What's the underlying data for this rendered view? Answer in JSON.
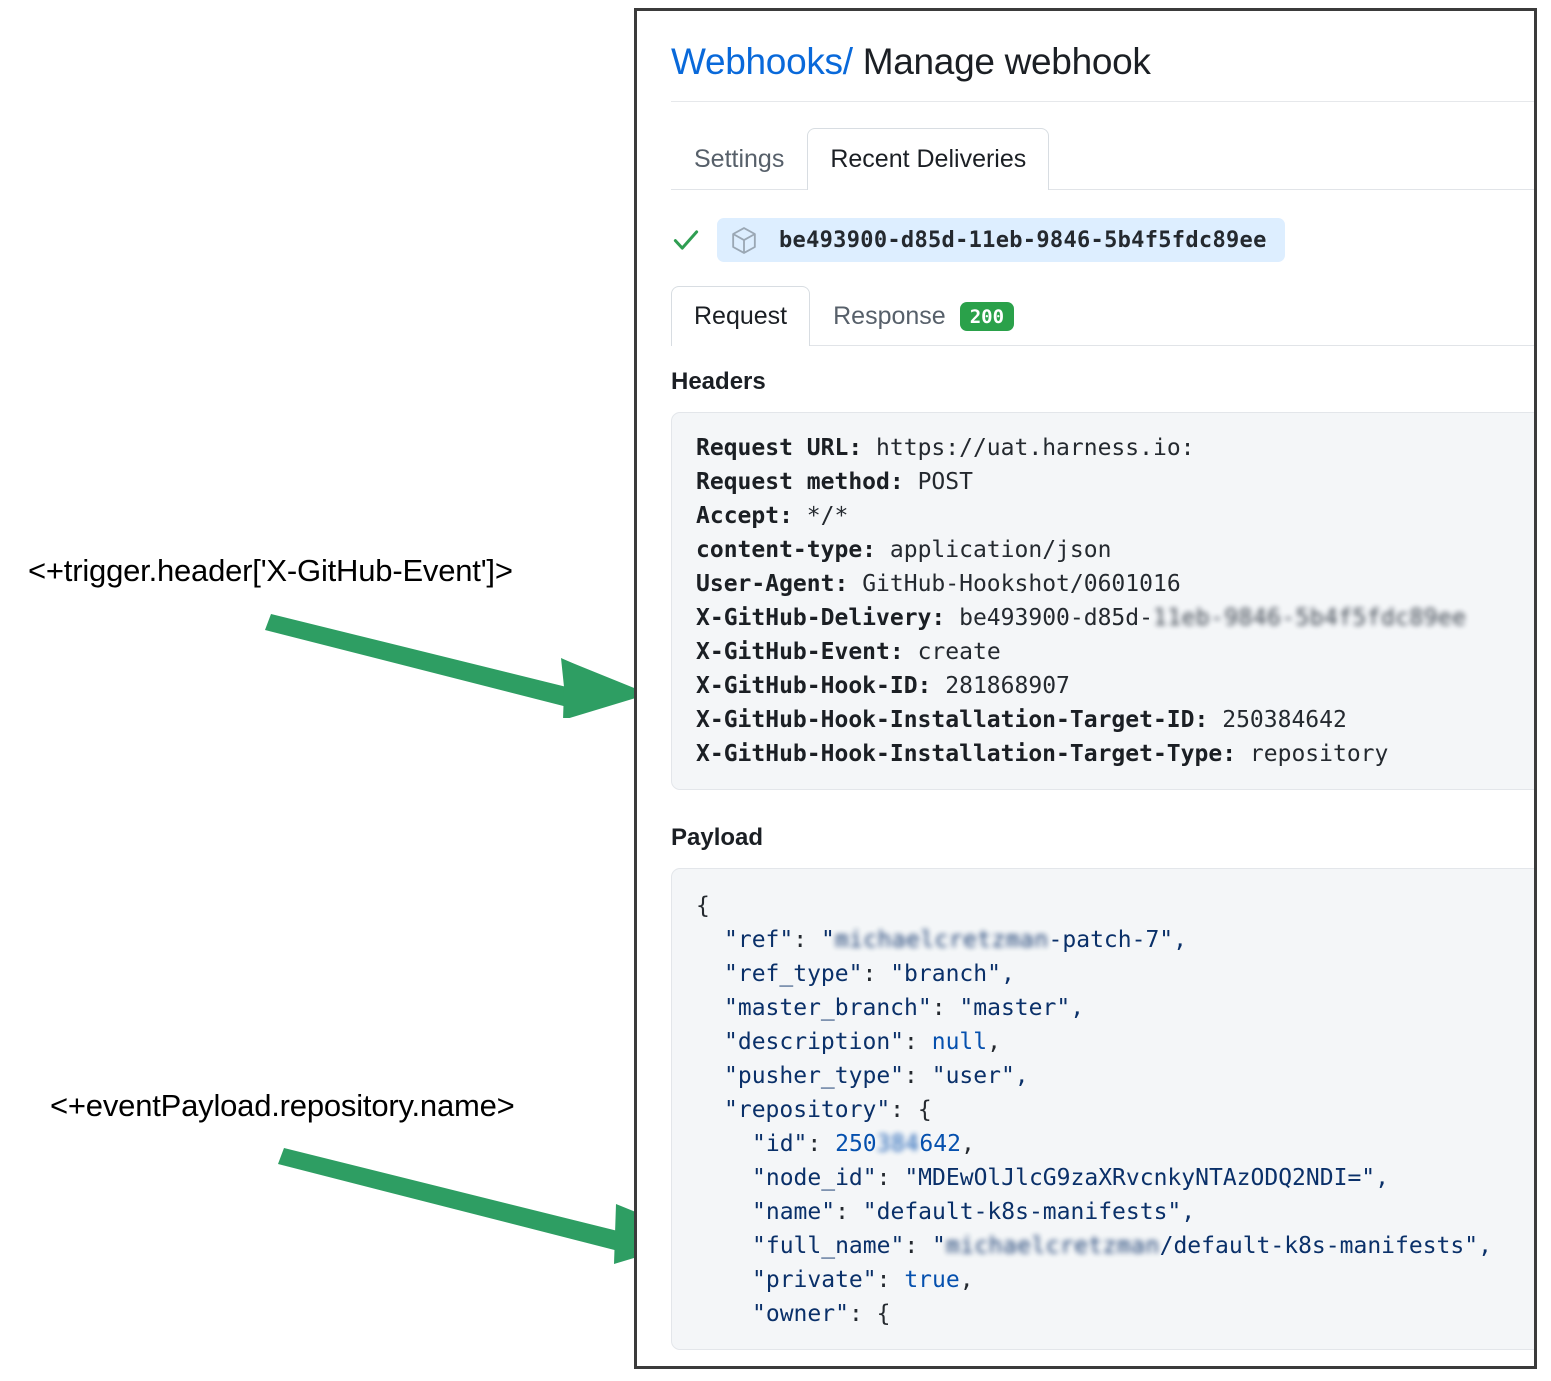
{
  "annotations": [
    {
      "id": "header-annotation",
      "text": "<+trigger.header['X-GitHub-Event']>"
    },
    {
      "id": "payload-annotation",
      "text": "<+eventPayload.repository.name>"
    }
  ],
  "arrow_color": "#2e9e63",
  "page": {
    "breadcrumb_link": "Webhooks",
    "breadcrumb_separator": "/",
    "breadcrumb_current": "Manage webhook"
  },
  "tabs": {
    "settings": "Settings",
    "recent_deliveries": "Recent Deliveries",
    "active": "Recent Deliveries"
  },
  "delivery": {
    "status_icon": "check-icon",
    "package_icon": "cube-icon",
    "id": "be493900-d85d-11eb-9846-5b4f5fdc89ee"
  },
  "detail_tabs": {
    "request": "Request",
    "response": "Response",
    "status_code": "200",
    "status_color": "#2aa14a",
    "active": "Request"
  },
  "headers_section": {
    "heading": "Headers",
    "rows": [
      {
        "key": "Request URL:",
        "value": "https://uat.harness.io:"
      },
      {
        "key": "Request method:",
        "value": "POST"
      },
      {
        "key": "Accept:",
        "value": "*/*"
      },
      {
        "key": "content-type:",
        "value": "application/json"
      },
      {
        "key": "User-Agent:",
        "value": "GitHub-Hookshot/0601016"
      },
      {
        "key": "X-GitHub-Delivery:",
        "value": "be493900-d85d-",
        "redacted_value": "11eb-9846-5b4f5fdc89ee"
      },
      {
        "key": "X-GitHub-Event:",
        "value": "create"
      },
      {
        "key": "X-GitHub-Hook-ID:",
        "value": "281868907"
      },
      {
        "key": "X-GitHub-Hook-Installation-Target-ID:",
        "value": "250384642"
      },
      {
        "key": "X-GitHub-Hook-Installation-Target-Type:",
        "value": "repository"
      }
    ]
  },
  "payload_section": {
    "heading": "Payload",
    "lines": [
      {
        "indent": 0,
        "text": "{"
      },
      {
        "indent": 1,
        "key": "\"ref\"",
        "redacted": "michaelcretzman",
        "tail": "-patch-7\",",
        "prefix": "\""
      },
      {
        "indent": 1,
        "key": "\"ref_type\"",
        "value": "\"branch\","
      },
      {
        "indent": 1,
        "key": "\"master_branch\"",
        "value": "\"master\","
      },
      {
        "indent": 1,
        "key": "\"description\"",
        "literal": "null",
        "tail": ","
      },
      {
        "indent": 1,
        "key": "\"pusher_type\"",
        "value": "\"user\","
      },
      {
        "indent": 1,
        "key": "\"repository\"",
        "value": "{"
      },
      {
        "indent": 2,
        "key": "\"id\"",
        "num_prefix": "250",
        "redacted_num": "384",
        "num_suffix": "642",
        "tail": ","
      },
      {
        "indent": 2,
        "key": "\"node_id\"",
        "value": "\"MDEwOlJlcG9zaXRvcnkyNTAzODQ2NDI=\","
      },
      {
        "indent": 2,
        "key": "\"name\"",
        "value": "\"default-k8s-manifests\","
      },
      {
        "indent": 2,
        "key": "\"full_name\"",
        "redacted": "michaelcretzman",
        "tail": "/default-k8s-manifests\",",
        "prefix": "\""
      },
      {
        "indent": 2,
        "key": "\"private\"",
        "literal": "true",
        "tail": ","
      },
      {
        "indent": 2,
        "key": "\"owner\"",
        "value": "{"
      }
    ]
  }
}
